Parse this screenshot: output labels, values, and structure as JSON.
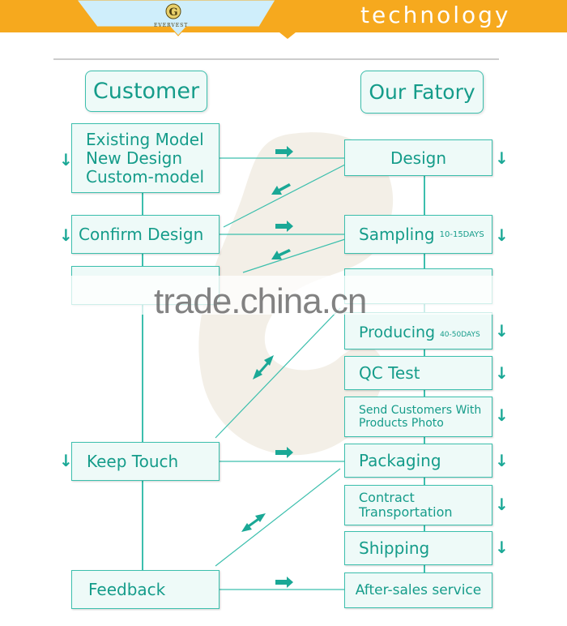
{
  "header": {
    "brand": "EVERVEST",
    "tagline": "technology",
    "colors": {
      "banner": "#f6a91e",
      "accent": "#1aa896",
      "box_fill": "#eefaf8"
    }
  },
  "columns": {
    "customer": "Customer",
    "factory": "Our Fatory"
  },
  "customer_steps": {
    "inquiry": [
      "Existing Model",
      "New Design",
      "Custom-model"
    ],
    "confirm": "Confirm Design",
    "keep_touch": "Keep Touch",
    "feedback": "Feedback"
  },
  "factory_steps": {
    "design": "Design",
    "sampling": "Sampling",
    "sampling_days": "10-15DAYS",
    "producing": "Producing",
    "producing_days": "40-50DAYS",
    "qc": "QC Test",
    "send_photo": [
      "Send Customers With",
      "Products Photo"
    ],
    "packaging": "Packaging",
    "transport": [
      "Contract",
      "Transportation"
    ],
    "shipping": "Shipping",
    "after_sales": "After-sales service"
  },
  "watermark": "trade.china.cn",
  "icons": {
    "flow_down": "down-arrow-icon",
    "flow_right": "right-arrow-icon",
    "flow_back": "left-down-arrow-icon",
    "exchange": "double-arrow-icon"
  }
}
